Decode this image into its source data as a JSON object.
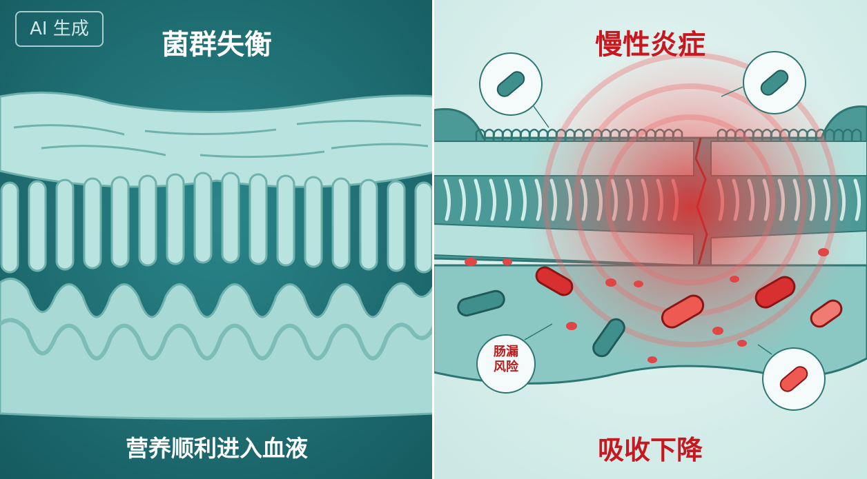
{
  "badge": "AI 生成",
  "left_panel": {
    "title": "菌群失衡",
    "caption": "营养顺利进入血液"
  },
  "right_panel": {
    "title": "慢性炎症",
    "caption": "吸收下降",
    "leak_label_line1": "肠漏",
    "leak_label_line2": "风险"
  },
  "colors": {
    "left_bg": "#1d6c70",
    "right_bg": "#d7efec",
    "inflammation": "#e03a3a",
    "title_red": "#c8171e"
  }
}
